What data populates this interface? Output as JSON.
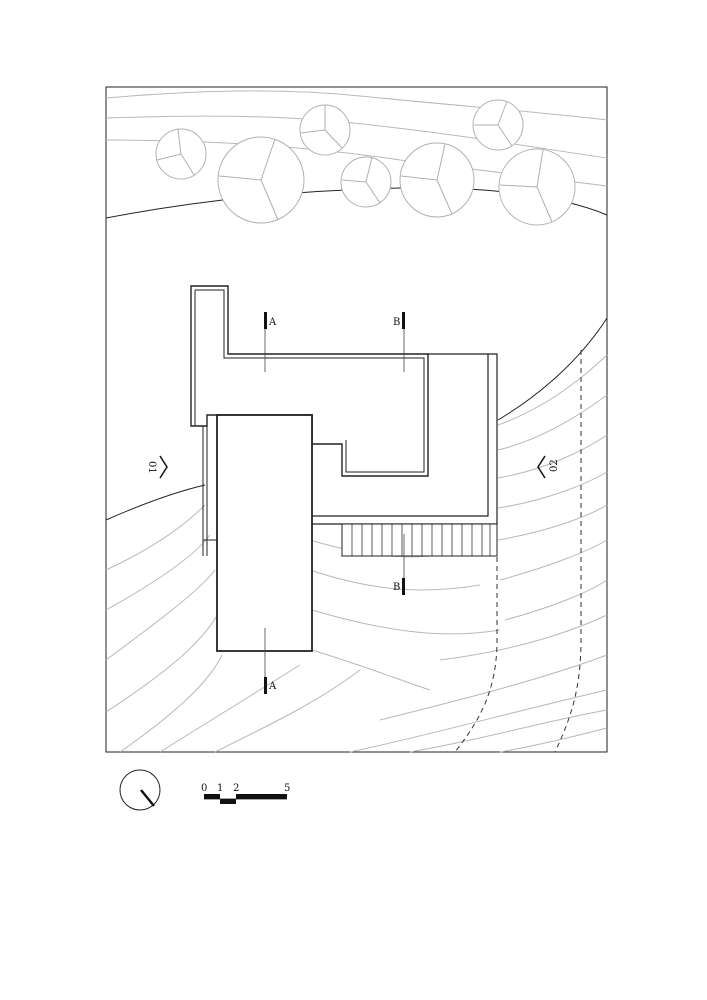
{
  "section_markers": [
    {
      "id": "section-a-top",
      "label": "A"
    },
    {
      "id": "section-b-top",
      "label": "B"
    },
    {
      "id": "section-b-bottom",
      "label": "B"
    },
    {
      "id": "section-a-bottom",
      "label": "A"
    }
  ],
  "elevation_markers": [
    {
      "id": "elevation-01",
      "label": "01"
    },
    {
      "id": "elevation-02",
      "label": "02"
    }
  ],
  "scale_bar": {
    "labels": [
      "0",
      "1",
      "2",
      "5"
    ]
  },
  "colors": {
    "ink": "#111111",
    "contour": "#b8b8b8",
    "tree": "#b0b0b0"
  }
}
